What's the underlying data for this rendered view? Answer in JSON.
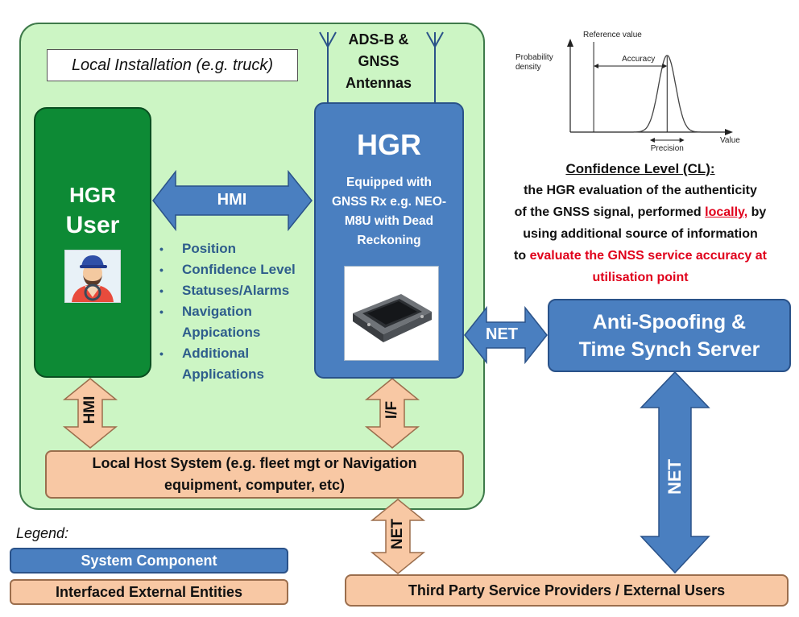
{
  "local_installation": {
    "label": "Local Installation (e.g. truck)",
    "fill_color": "#ccf5c4"
  },
  "antennas": {
    "label_line1": "ADS-B &",
    "label_line2": "GNSS",
    "label_line3": "Antennas"
  },
  "hgr_user": {
    "line1": "HGR",
    "line2": "User",
    "color": "#0d8a35"
  },
  "hgr": {
    "title": "HGR",
    "desc_line1": "Equipped  with",
    "desc_line2": "GNSS Rx e.g. NEO-",
    "desc_line3": "M8U with Dead",
    "desc_line4": "Reckoning",
    "color": "#4a7fc0"
  },
  "features": [
    "Position",
    "Confidence Level",
    "Statuses/Alarms",
    "Navigation Appications",
    "Additional Applications"
  ],
  "arrows": {
    "hmi_horizontal": "HMI",
    "hmi_vertical": "HMI",
    "interface_vertical": "I/F",
    "net_horizontal": "NET",
    "net_host_vertical": "NET",
    "net_server_vertical": "NET"
  },
  "local_host": {
    "line1": "Local Host System (e.g. fleet mgt or Navigation",
    "line2": "equipment, computer, etc)"
  },
  "server": {
    "line1": "Anti-Spoofing &",
    "line2": "Time  Synch Server"
  },
  "third_party": {
    "label": "Third Party Service Providers / External Users"
  },
  "legend": {
    "title": "Legend:",
    "system_component": "System Component",
    "interfaced_external": "Interfaced External Entities",
    "system_color": "#4a7fc0",
    "external_color": "#f8c8a4"
  },
  "confidence_level": {
    "heading": "Confidence Level (CL):",
    "line1": "the HGR evaluation of the authenticity",
    "line2": "of the GNSS signal, performed",
    "line2_red": "locally,",
    "line2_tail": "by",
    "line3": "using additional source of information",
    "line4_black": "to",
    "line4_red": "evaluate the GNSS service accuracy at",
    "line5_red": "utilisation point",
    "accent_color": "#e0001b"
  },
  "chart_data": {
    "type": "line",
    "title": "",
    "ylabel_line1": "Probability",
    "ylabel_line2": "density",
    "xlabel": "Value",
    "annotations": {
      "reference": "Reference value",
      "accuracy": "Accuracy",
      "precision": "Precision"
    },
    "reference_value": 1.5,
    "distribution": {
      "mean": 6.2,
      "std": 0.55
    },
    "xlim": [
      0,
      10
    ],
    "ylim": [
      0,
      1.05
    ],
    "grid": false
  }
}
